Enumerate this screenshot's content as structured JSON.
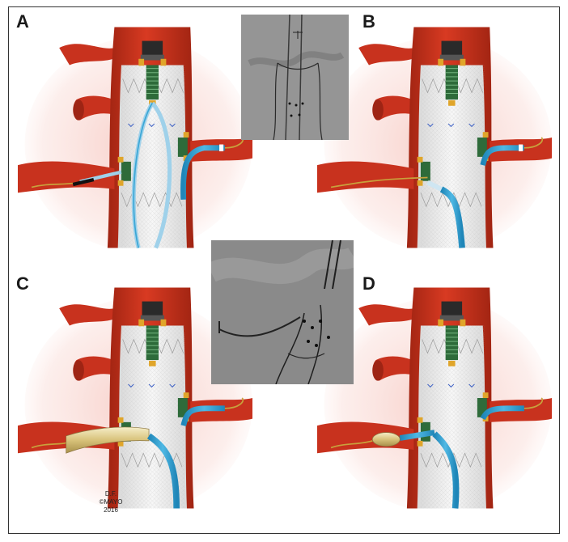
{
  "panels": {
    "a": {
      "label": "A"
    },
    "b": {
      "label": "B"
    },
    "c": {
      "label": "C"
    },
    "d": {
      "label": "D"
    }
  },
  "credit": {
    "initials": "D.F.",
    "org": "©MAYO",
    "year": "2016"
  },
  "colors": {
    "aorta": "#c8321e",
    "aorta_dark": "#9e2414",
    "graft": "#eeeeee",
    "sheath": "#3ba7d6",
    "sheath_light": "#9fd1ea",
    "wire": "#c8a23c",
    "marker": "#e0a52a",
    "fluoro_bg": "#8a8a8a"
  }
}
